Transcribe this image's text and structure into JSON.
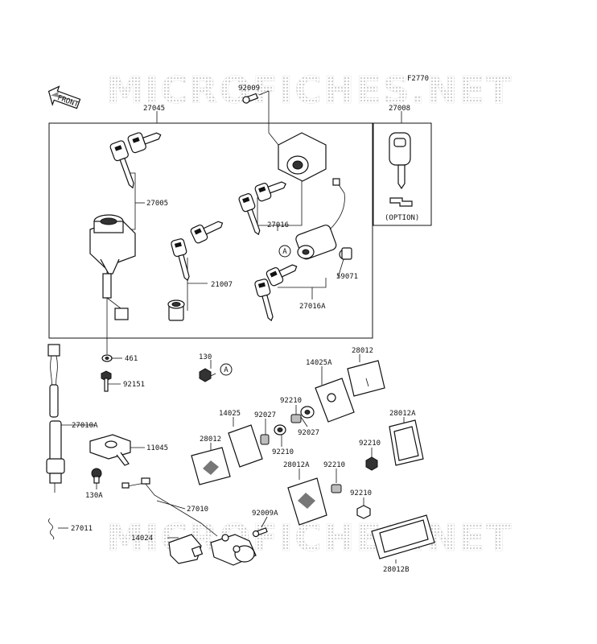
{
  "watermark": "MICROFICHES.NET",
  "figure_code": "F2770",
  "front_arrow_label": "FRONT",
  "option_label": "(OPTION)",
  "ref_marker": "A",
  "part_numbers": {
    "p92009": "92009",
    "p27045": "27045",
    "p27008": "27008",
    "p27005": "27005",
    "p27016": "27016",
    "p21007": "21007",
    "p59071": "59071",
    "p27016A": "27016A",
    "p461": "461",
    "p130": "130",
    "p92151": "92151",
    "p28012_top": "28012",
    "p14025A": "14025A",
    "p92210_a": "92210",
    "p92027_a": "92027",
    "p14025": "14025",
    "p92027_b": "92027",
    "p28012_left": "28012",
    "p92210_b": "92210",
    "p28012A_right": "28012A",
    "p92210_c": "92210",
    "p27010A": "27010A",
    "p11045": "11045",
    "p130A": "130A",
    "p28012A_mid": "28012A",
    "p92210_d": "92210",
    "p92210_e": "92210",
    "p27010": "27010",
    "p92009A": "92009A",
    "p27011": "27011",
    "p14024": "14024",
    "p28012B": "28012B"
  }
}
